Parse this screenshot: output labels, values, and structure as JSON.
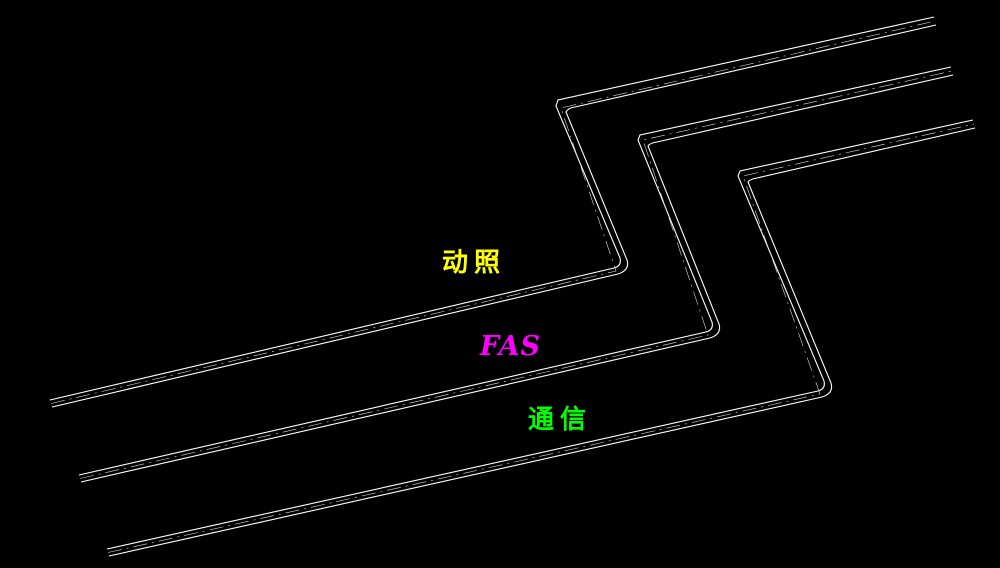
{
  "labels": {
    "power_lighting": "动照",
    "fas": "FAS",
    "communication": "通信"
  },
  "colors": {
    "background": "#000000",
    "tray_line": "#ffffff",
    "power_lighting": "#ffff00",
    "fas": "#ff00ff",
    "communication": "#00ff00"
  }
}
